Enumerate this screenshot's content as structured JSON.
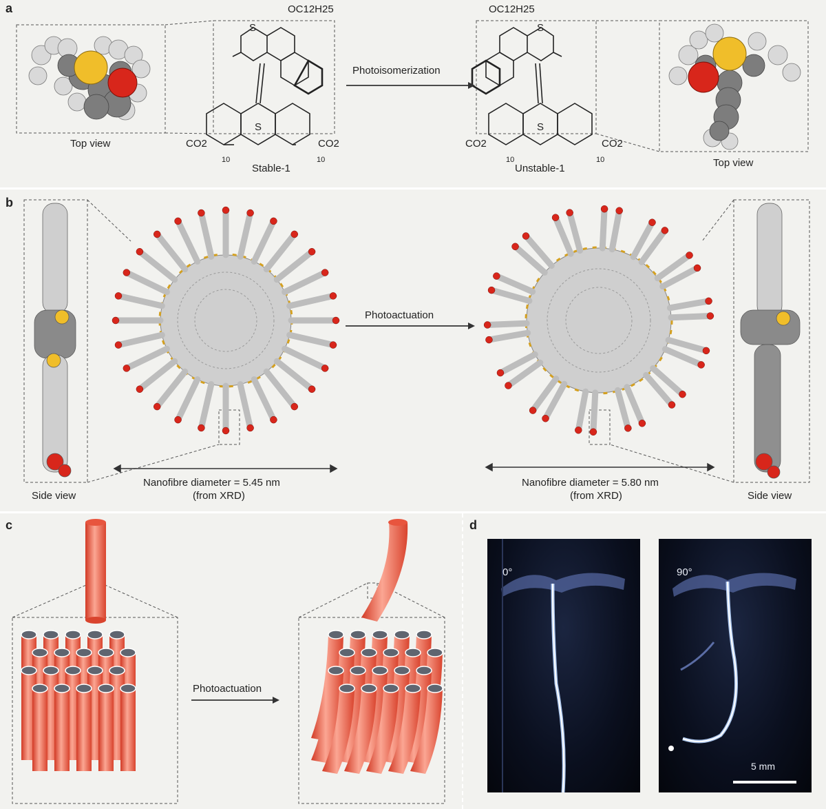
{
  "panels": {
    "a": {
      "label": "a",
      "left_caption": "Top view",
      "right_caption": "Top view",
      "stable_name": "Stable-1",
      "unstable_name": "Unstable-1",
      "arrow_label": "Photoisomerization",
      "alkoxy_group": "OC12H25",
      "carboxylate": "CO2",
      "chain_count": "10",
      "sulfur": "S"
    },
    "b": {
      "label": "b",
      "left_caption": "Side view",
      "right_caption": "Side view",
      "arrow_label": "Photoactuation",
      "left_diameter": "Nanofibre diameter = 5.45 nm",
      "right_diameter": "Nanofibre diameter = 5.80 nm",
      "source_note": "(from XRD)"
    },
    "c": {
      "label": "c",
      "arrow_label": "Photoactuation"
    },
    "d": {
      "label": "d",
      "left_angle": "0°",
      "right_angle": "90°",
      "scale_bar": "5 mm"
    }
  },
  "colors": {
    "background": "#f2f2ef",
    "fibre": "#e8553e",
    "oxygen": "#d8261b",
    "sulfur": "#f0be2a",
    "carbon": "#8a8a8a",
    "hydrogen": "#e6e6e6"
  }
}
